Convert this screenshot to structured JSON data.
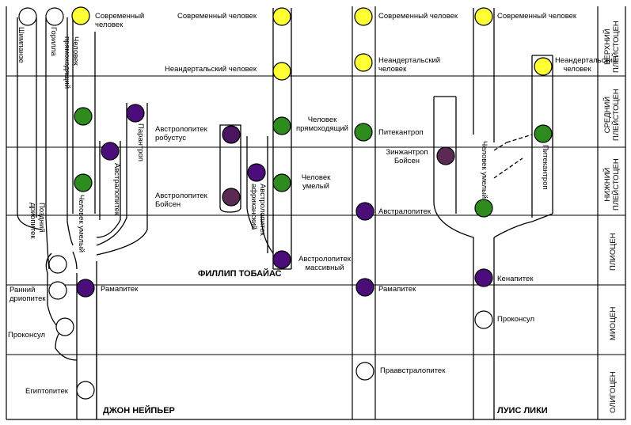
{
  "colors": {
    "modern": "#ffff33",
    "homo": "#2e8b1e",
    "australopith": "#4b0d7a",
    "robustus": "#4a1560",
    "boisei": "#5a2a52",
    "plain": "#ffffff",
    "line": "#000000"
  },
  "eras": {
    "upper_pleistocene": [
      "ВЕРХНИЙ",
      "ПЛЕЙСТОЦЕН"
    ],
    "middle_pleistocene": [
      "СРЕДНИЙ",
      "ПЛЕЙСТОЦЕН"
    ],
    "lower_pleistocene": [
      "НИЖНИЙ",
      "ПЛЕЙСТОЦЕН"
    ],
    "pliocene": "ПЛИОЦЕН",
    "miocene": "МИОЦЕН",
    "oligocene": "ОЛИГОЦЕН"
  },
  "authors": {
    "napier": "ДЖОН НЕЙПЬЕР",
    "tobias": "ФИЛЛИП ТОБАЙАС",
    "leakey": "ЛУИС ЛИКИ"
  },
  "napier": {
    "chimp": "Шимпанзе",
    "gorilla": "Горилла",
    "homo_erectus": "Человек прямоходящий",
    "modern": "Современный человек",
    "australopithecus": "Австралопитек",
    "paranthropus": "Парантроп",
    "homo_habilis": "Человек умелый",
    "late_dryopithecus": "Поздний дриопитек",
    "early_dryopithecus": "Ранний дриопитек",
    "proconsul": "Проконсул",
    "ramapithecus": "Рамапитек",
    "egyptopithecus": "Египтопитек"
  },
  "tobias": {
    "modern": "Современный человек",
    "neanderthal": "Неандертальский человек",
    "homo_erectus": "Человек прямоходящий",
    "robustus": "Австролопитек робустус",
    "homo_habilis": "Человек умелый",
    "boisei": "Австролопитек Бойсен",
    "africanus": "Австролопитек африканский",
    "massive": "Австролопитек массивный"
  },
  "middle": {
    "modern": "Современный человек",
    "neanderthal": "Неандертальский человек",
    "pithecanthropus": "Питекантроп",
    "zinjanthropus": "Зинжантроп Бойсен",
    "australopithecus": "Австралопитек",
    "ramapithecus": "Рамапитек",
    "pre_australopithecus": "Праавстралопитек"
  },
  "leakey": {
    "modern": "Современный человек",
    "neanderthal": "Неандертальский человек",
    "homo_habilis": "Человек умелый",
    "pithecanthropus": "Питекантроп",
    "kenyapithecus": "Кенапитек",
    "proconsul": "Проконсул"
  }
}
